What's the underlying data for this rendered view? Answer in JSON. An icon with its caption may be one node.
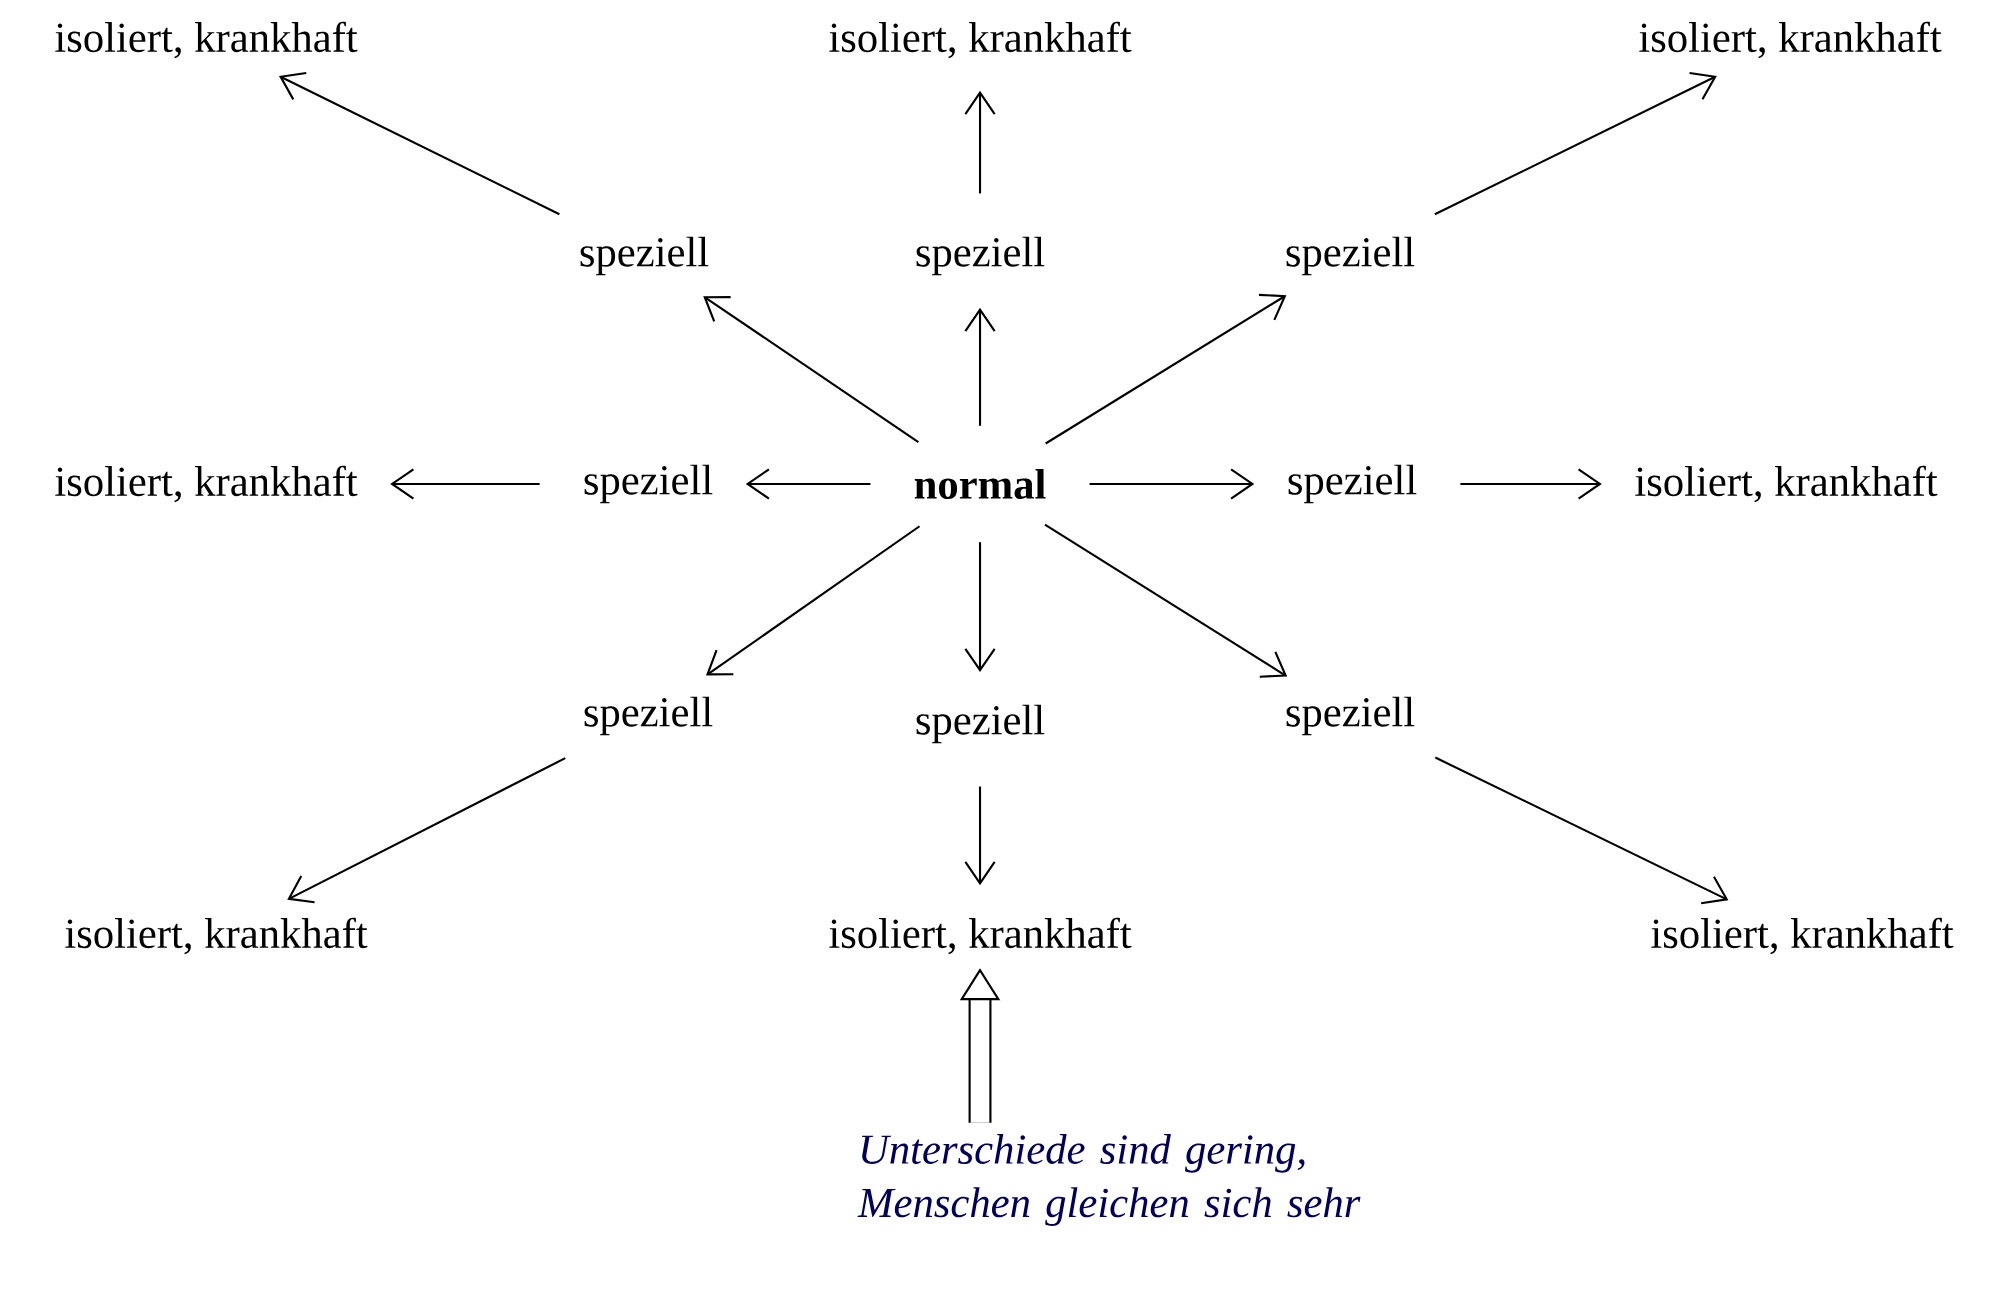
{
  "diagram": {
    "nodes": [
      {
        "text": [
          "isoliert, krankhaft"
        ]
      },
      {
        "text": [
          "isoliert, krankhaft"
        ]
      },
      {
        "text": [
          "isoliert, krankhaft"
        ]
      },
      {
        "text": [
          "speziell"
        ]
      },
      {
        "text": [
          "speziell"
        ]
      },
      {
        "text": [
          "speziell"
        ]
      },
      {
        "text": [
          "isoliert, krankhaft"
        ]
      },
      {
        "text": [
          "speziell"
        ]
      },
      {
        "text": [
          "normal"
        ]
      },
      {
        "text": [
          "speziell"
        ]
      },
      {
        "text": [
          "isoliert, krankhaft"
        ]
      },
      {
        "text": [
          "speziell"
        ]
      },
      {
        "text": [
          "speziell"
        ]
      },
      {
        "text": [
          "speziell"
        ]
      },
      {
        "text": [
          "isoliert, krankhaft"
        ]
      },
      {
        "text": [
          "isoliert, krankhaft"
        ]
      },
      {
        "text": [
          "isoliert, krankhaft"
        ]
      },
      {
        "text": [
          "Unterschiede sind gering, Menschen gleichen sich sehr"
        ]
      }
    ],
    "edges": [
      {
        "from": 8,
        "to": 3,
        "arrow": "to"
      },
      {
        "from": 8,
        "to": 4,
        "arrow": "to"
      },
      {
        "from": 8,
        "to": 5,
        "arrow": "to"
      },
      {
        "from": 8,
        "to": 7,
        "arrow": "to"
      },
      {
        "from": 8,
        "to": 9,
        "arrow": "to"
      },
      {
        "from": 8,
        "to": 11,
        "arrow": "to"
      },
      {
        "from": 8,
        "to": 12,
        "arrow": "to"
      },
      {
        "from": 8,
        "to": 13,
        "arrow": "to"
      },
      {
        "from": 3,
        "to": 0,
        "arrow": "to"
      },
      {
        "from": 4,
        "to": 1,
        "arrow": "to"
      },
      {
        "from": 5,
        "to": 2,
        "arrow": "to"
      },
      {
        "from": 7,
        "to": 6,
        "arrow": "to"
      },
      {
        "from": 9,
        "to": 10,
        "arrow": "to"
      },
      {
        "from": 11,
        "to": 14,
        "arrow": "to"
      },
      {
        "from": 12,
        "to": 15,
        "arrow": "to"
      },
      {
        "from": 13,
        "to": 16,
        "arrow": "to"
      },
      {
        "from": 17,
        "to": 15,
        "arrow": "to",
        "style": "thick"
      }
    ]
  }
}
